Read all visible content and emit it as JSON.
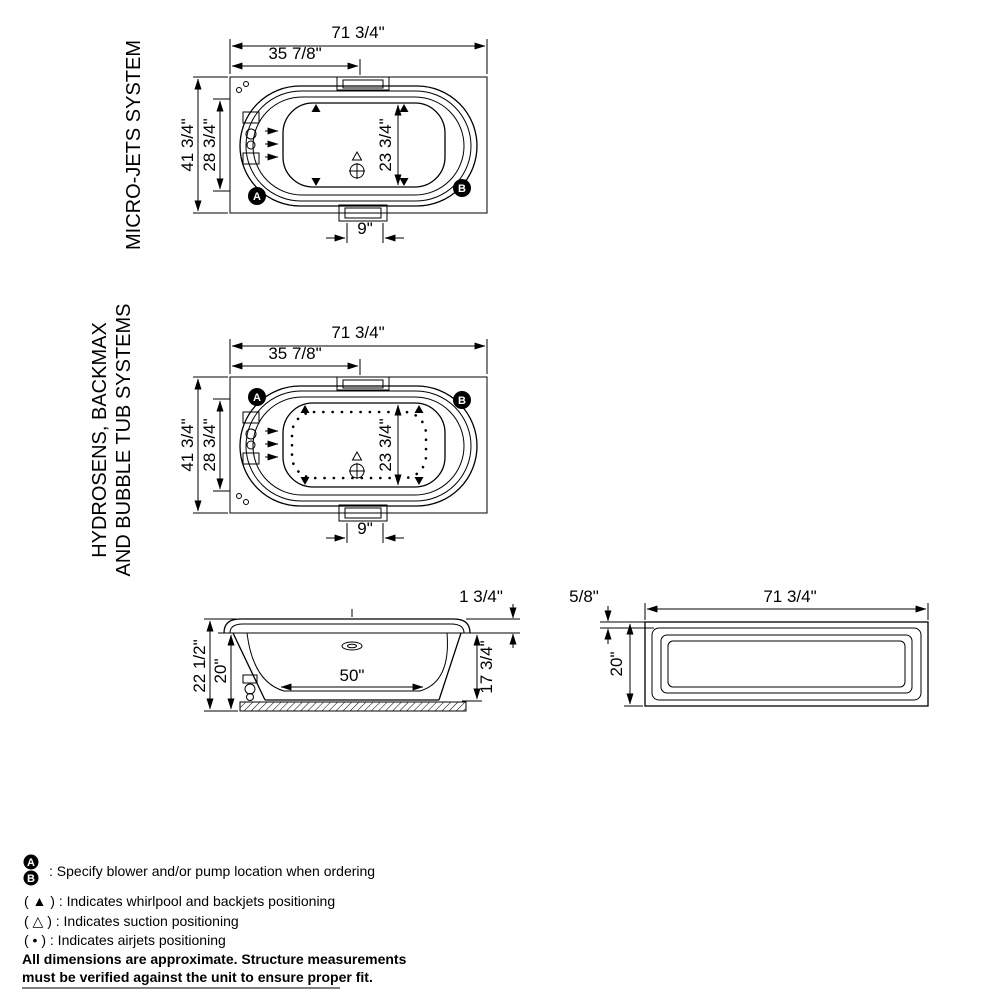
{
  "colors": {
    "ink": "#000000",
    "background": "#ffffff"
  },
  "views": {
    "micro": {
      "title": "MICRO-JETS SYSTEM",
      "dim_overall_width": "71 3/4\"",
      "dim_half_width": "35 7/8\"",
      "dim_overall_depth": "41 3/4\"",
      "dim_deck_depth": "28 3/4\"",
      "dim_basin_depth": "23 3/4\"",
      "dim_drain_offset": "9\"",
      "marker_a": "A",
      "marker_b": "B"
    },
    "hydro": {
      "title_line1": "HYDROSENS, BACKMAX",
      "title_line2": "AND BUBBLE TUB SYSTEMS",
      "dim_overall_width": "71 3/4\"",
      "dim_half_width": "35 7/8\"",
      "dim_overall_depth": "41 3/4\"",
      "dim_deck_depth": "28 3/4\"",
      "dim_basin_depth": "23 3/4\"",
      "dim_drain_offset": "9\"",
      "marker_a": "A",
      "marker_b": "B"
    },
    "side": {
      "dim_rim_thickness": "1 3/4\"",
      "dim_overall_height": "22 1/2\"",
      "dim_rim_height": "20\"",
      "dim_basin_length": "50\"",
      "dim_inner_height": "17 3/4\""
    },
    "end": {
      "dim_rim_edge": "5/8\"",
      "dim_overall_width": "71 3/4\"",
      "dim_height": "20\""
    }
  },
  "legend": {
    "marker_a": "A",
    "marker_b": "B",
    "ab_note": ": Specify blower and/or pump location when ordering",
    "whirlpool_note": "( ▲ ) : Indicates whirlpool and backjets positioning",
    "suction_note": "( △ ) : Indicates suction positioning",
    "airjets_note": "( • ) : Indicates airjets positioning"
  },
  "footer": {
    "line1": "All dimensions are approximate. Structure measurements",
    "line2": "must be verified against the unit to ensure proper fit."
  }
}
